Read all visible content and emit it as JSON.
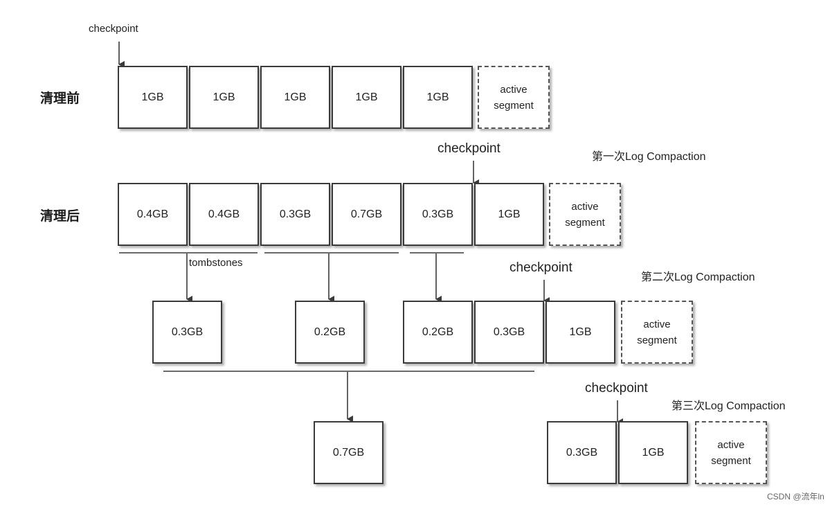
{
  "rows": {
    "before": "清理前",
    "after": "清理后"
  },
  "checkpoint": "checkpoint",
  "compaction": {
    "first": "第一次Log Compaction",
    "second": "第二次Log Compaction",
    "third": "第三次Log Compaction"
  },
  "tombstones": "tombstones",
  "row1": [
    "1GB",
    "1GB",
    "1GB",
    "1GB",
    "1GB"
  ],
  "row2": [
    "0.4GB",
    "0.4GB",
    "0.3GB",
    "0.7GB",
    "0.3GB",
    "1GB"
  ],
  "row3_merged": [
    "0.3GB",
    "0.2GB"
  ],
  "row3_tail": [
    "0.2GB",
    "0.3GB",
    "1GB"
  ],
  "row4_merged": "0.7GB",
  "row4_tail": [
    "0.3GB",
    "1GB"
  ],
  "active": "active\nsegment",
  "watermark": "CSDN @流年ln",
  "colors": {
    "line": "#3a3a3a",
    "box_border": "#3a3a3a"
  }
}
